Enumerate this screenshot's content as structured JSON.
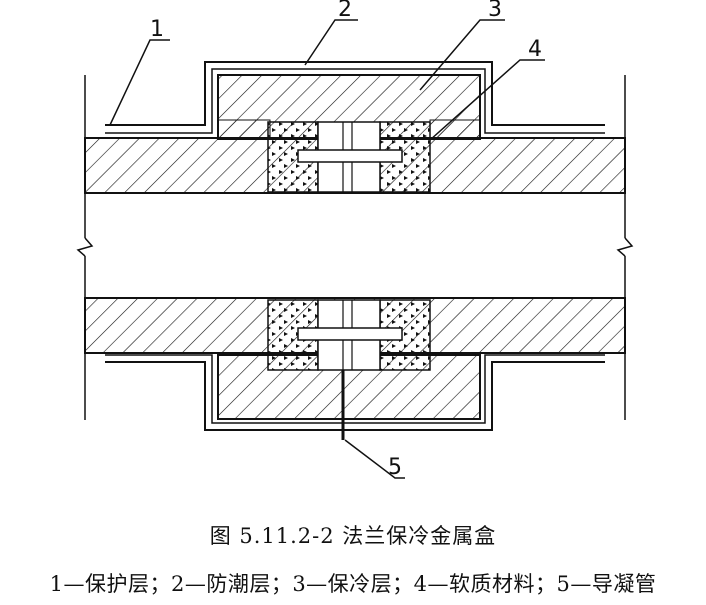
{
  "callouts": {
    "c1": "1",
    "c2": "2",
    "c3": "3",
    "c4": "4",
    "c5": "5"
  },
  "caption": {
    "title": "图 5.11.2-2  法兰保冷金属盒",
    "legend": "1—保护层；2—防潮层；3—保冷层；4—软质材料；5—导凝管"
  },
  "colors": {
    "line": "#111111",
    "background": "#ffffff"
  }
}
